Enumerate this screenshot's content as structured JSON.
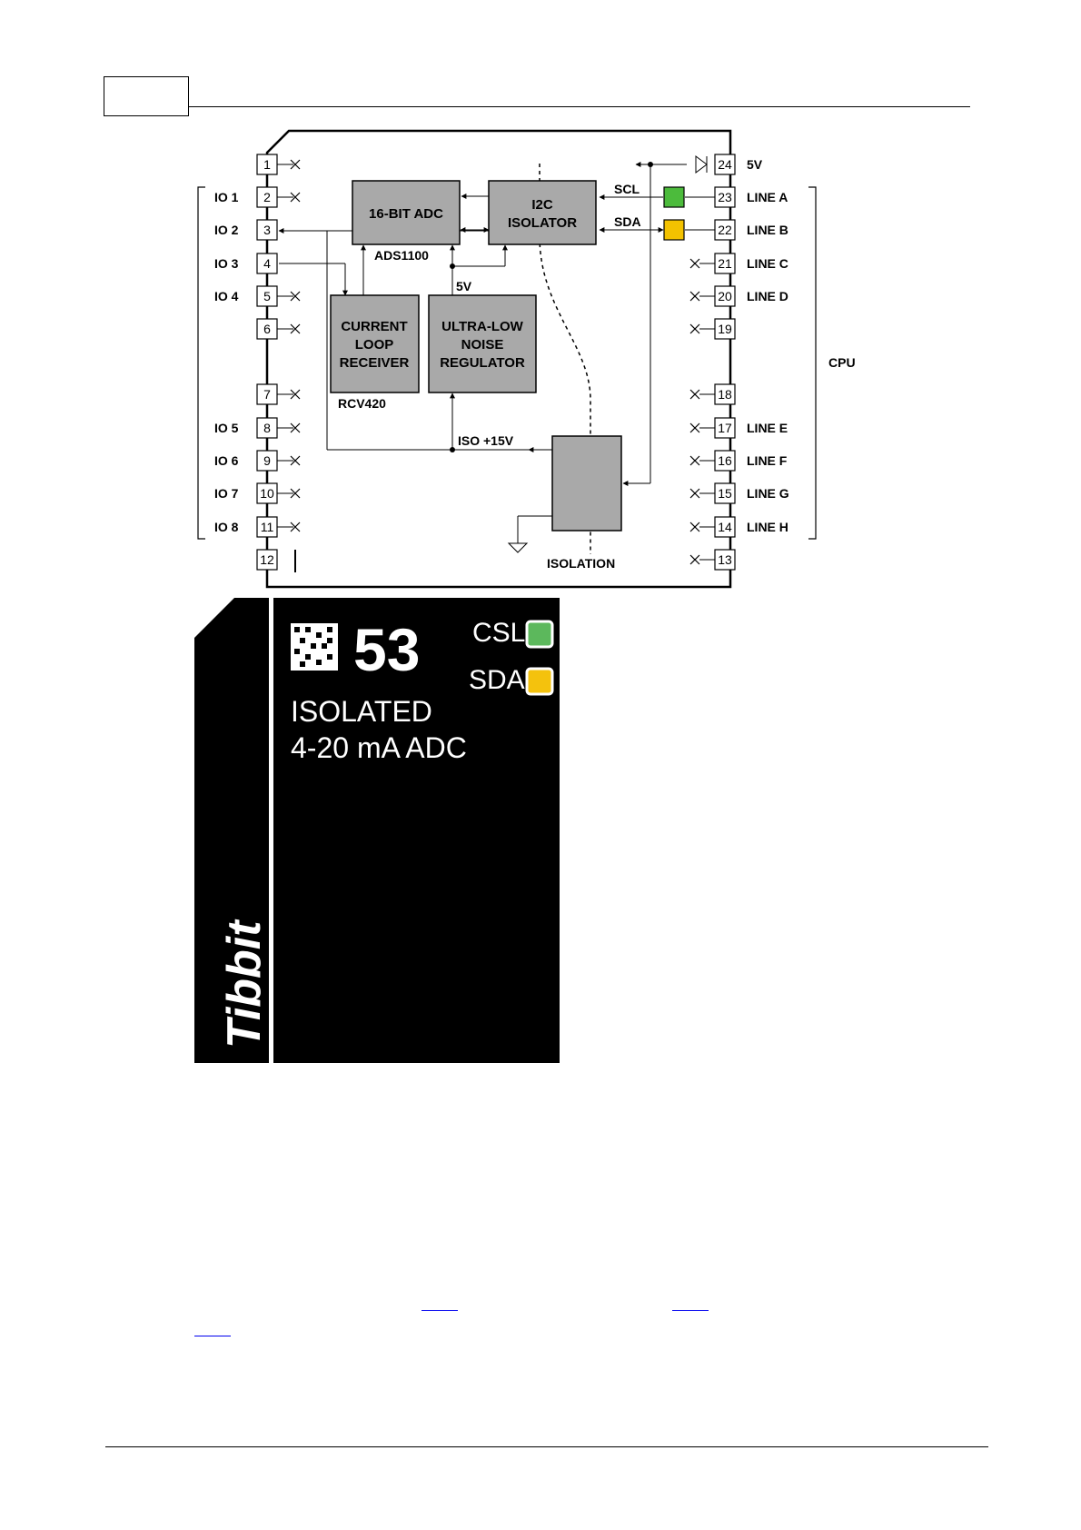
{
  "diagram": {
    "left_pins": [
      {
        "num": "1",
        "label": ""
      },
      {
        "num": "2",
        "label": "IO 1"
      },
      {
        "num": "3",
        "label": "IO 2"
      },
      {
        "num": "4",
        "label": "IO 3"
      },
      {
        "num": "5",
        "label": "IO 4"
      },
      {
        "num": "6",
        "label": ""
      },
      {
        "num": "7",
        "label": ""
      },
      {
        "num": "8",
        "label": "IO 5"
      },
      {
        "num": "9",
        "label": "IO 6"
      },
      {
        "num": "10",
        "label": "IO 7"
      },
      {
        "num": "11",
        "label": "IO 8"
      },
      {
        "num": "12",
        "label": ""
      }
    ],
    "right_pins": [
      {
        "num": "24",
        "label": "5V"
      },
      {
        "num": "23",
        "label": "LINE A"
      },
      {
        "num": "22",
        "label": "LINE B"
      },
      {
        "num": "21",
        "label": "LINE C"
      },
      {
        "num": "20",
        "label": "LINE D"
      },
      {
        "num": "19",
        "label": ""
      },
      {
        "num": "18",
        "label": ""
      },
      {
        "num": "17",
        "label": "LINE E"
      },
      {
        "num": "16",
        "label": "LINE F"
      },
      {
        "num": "15",
        "label": "LINE G"
      },
      {
        "num": "14",
        "label": "LINE H"
      },
      {
        "num": "13",
        "label": ""
      }
    ],
    "adc": {
      "line1": "16-BIT ADC"
    },
    "adc_part": "ADS1100",
    "isolator": {
      "line1": "I2C",
      "line2": "ISOLATOR"
    },
    "receiver": {
      "line1": "CURRENT",
      "line2": "LOOP",
      "line3": "RECEIVER"
    },
    "receiver_part": "RCV420",
    "regulator": {
      "line1": "ULTRA-LOW",
      "line2": "NOISE",
      "line3": "REGULATOR"
    },
    "v5": "5V",
    "scl": "SCL",
    "sda": "SDA",
    "iso15": "ISO +15V",
    "isolation": "ISOLATION",
    "cpu": "CPU",
    "colors": {
      "box": "#a9a9a9",
      "green": "#4cbb3c",
      "yellow": "#f3c200"
    }
  },
  "card": {
    "number": "53",
    "csl": "CSL",
    "sda": "SDA",
    "title_line1": "ISOLATED",
    "title_line2": "4-20 mA ADC",
    "brand": "Tibbit",
    "colors": {
      "bg": "#000000",
      "text": "#ffffff",
      "green": "#5cb85c",
      "yellow": "#f4c20d"
    }
  }
}
